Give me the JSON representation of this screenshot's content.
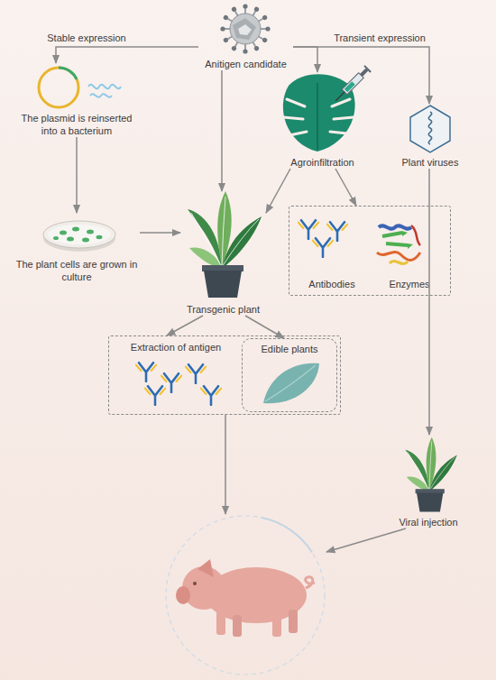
{
  "diagram": {
    "nodes": [
      {
        "text": [
          "Anitigen candidate"
        ]
      },
      {
        "text": [
          "The plasmid is reinserted into a bacterium"
        ]
      },
      {
        "text": [
          "Agroinfiltration"
        ]
      },
      {
        "text": [
          "Plant viruses"
        ]
      },
      {
        "text": [
          "The plant cells are grown in culture"
        ]
      },
      {
        "text": [
          "Transgenic plant"
        ]
      },
      {
        "text": [
          "Antibodies",
          "Enzymes"
        ]
      },
      {
        "text": [
          "Extraction of antigen"
        ]
      },
      {
        "text": [
          "Edible plants"
        ],
        "in": 7
      },
      {
        "text": [
          "Viral injection"
        ]
      },
      {}
    ],
    "edges": [
      {
        "from": 0,
        "to": 1,
        "arrow": "to",
        "label": "Stable expression"
      },
      {
        "from": 0,
        "to": 5,
        "arrow": "to"
      },
      {
        "from": 0,
        "to": 2,
        "arrow": "to"
      },
      {
        "from": 0,
        "to": 3,
        "arrow": "to",
        "label": "Transient expression"
      },
      {
        "from": 1,
        "to": 4,
        "arrow": "to"
      },
      {
        "from": 4,
        "to": 5,
        "arrow": "to"
      },
      {
        "from": 2,
        "to": 5,
        "arrow": "to"
      },
      {
        "from": 2,
        "to": 6,
        "arrow": "to"
      },
      {
        "from": 3,
        "to": 9,
        "arrow": "to"
      },
      {
        "from": 5,
        "to": 7,
        "arrow": "to"
      },
      {
        "from": 5,
        "to": 8,
        "arrow": "to"
      },
      {
        "from": 7,
        "to": 10,
        "arrow": "to"
      },
      {
        "from": 9,
        "to": 10,
        "arrow": "to"
      }
    ]
  }
}
